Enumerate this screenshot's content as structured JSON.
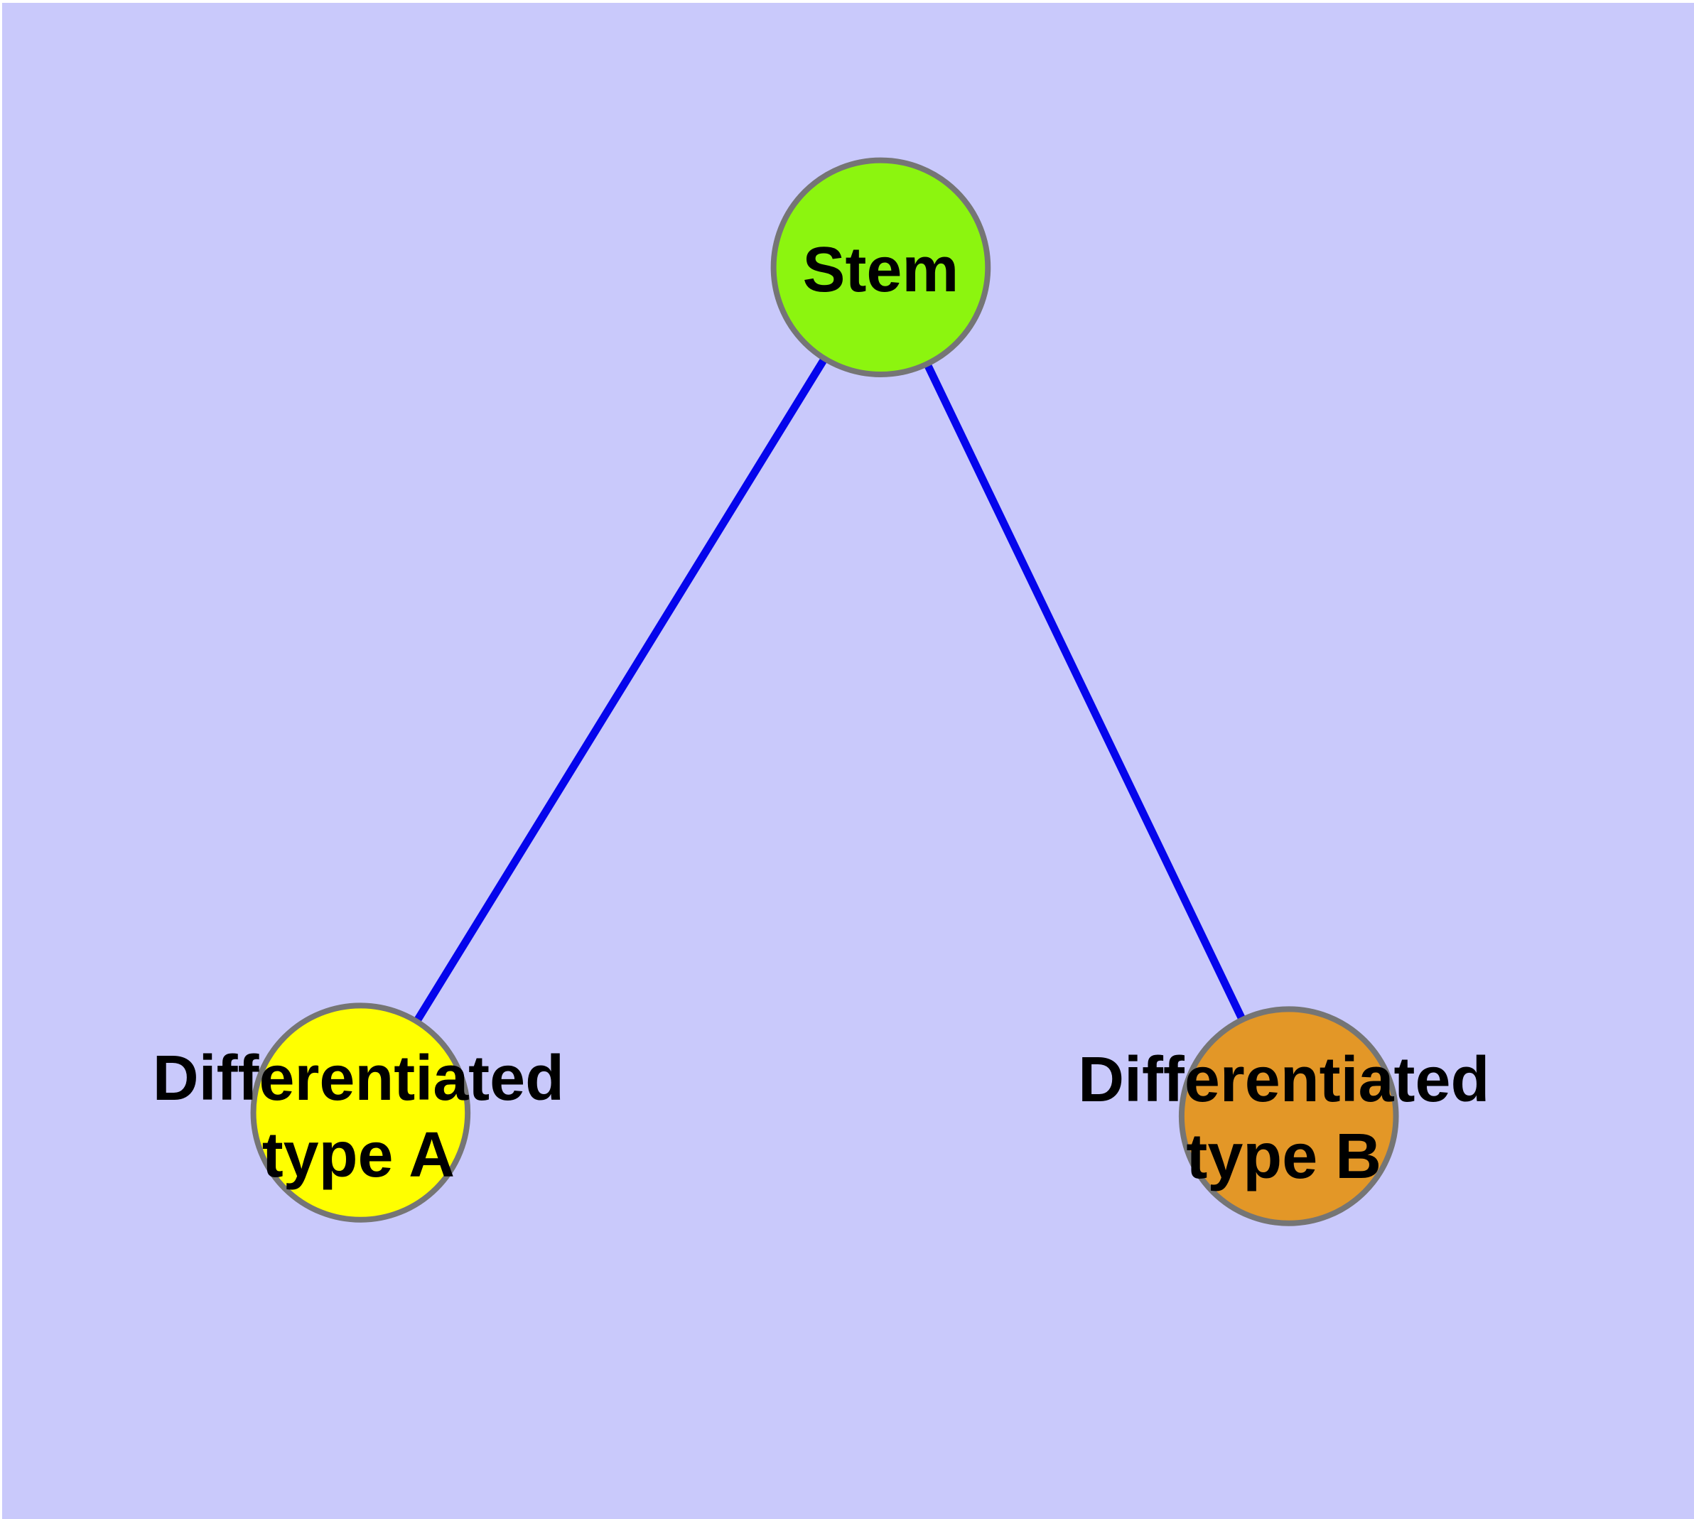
{
  "colors": {
    "background": "#C9C9FB",
    "frame_edge": "#FFFFFF",
    "node_border": "#757575",
    "edge": "#0505EC",
    "label_text": "#000000",
    "stem_fill": "#8CF50F",
    "type_a_fill": "#FFFF00",
    "type_b_fill": "#E39727"
  },
  "diagram": {
    "type": "node-link-tree",
    "description": "Stem cell differentiation tree: one root node connected to two leaf nodes",
    "nodes": [
      {
        "id": "stem",
        "label": "Stem",
        "label_lines": [
          "Stem"
        ],
        "fill": "#8CF50F"
      },
      {
        "id": "differentiated-type-a",
        "label": "Differentiated type A",
        "label_lines": [
          "Differentiated",
          "type A"
        ],
        "fill": "#FFFF00"
      },
      {
        "id": "differentiated-type-b",
        "label": "Differentiated type B",
        "label_lines": [
          "Differentiated",
          "type B"
        ],
        "fill": "#E39727"
      }
    ],
    "edges": [
      {
        "from": "stem",
        "to": "differentiated-type-a"
      },
      {
        "from": "stem",
        "to": "differentiated-type-b"
      }
    ]
  }
}
